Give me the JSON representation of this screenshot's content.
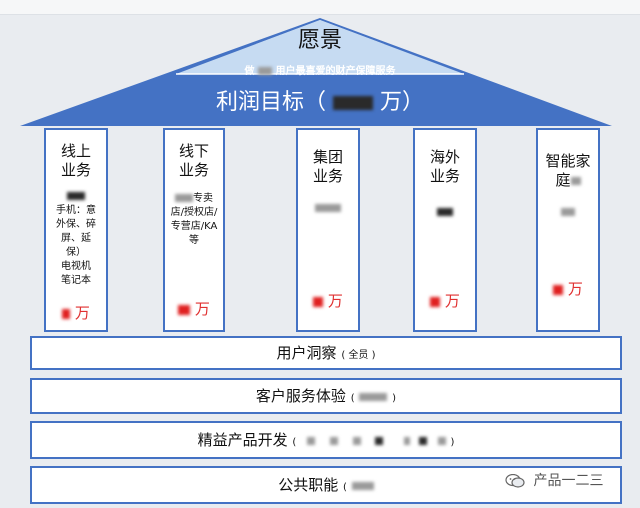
{
  "roof": {
    "vision_title": "愿景",
    "vision_subtitle_a": "做",
    "vision_subtitle_b": "用户最喜爱的财产保障服务",
    "profit_prefix": "利润目标（",
    "profit_suffix": "万）",
    "colors": {
      "roof": "#4472c4",
      "pillar_border": "#4472c4"
    }
  },
  "pillars": [
    {
      "title_lines": [
        "线上",
        "业务"
      ],
      "desc_lines": [
        "手机：意",
        "外保、碎",
        "屏、延",
        "保）",
        "电视机",
        "笔记本"
      ],
      "amount_suffix": "万"
    },
    {
      "title_lines": [
        "线下",
        "业务"
      ],
      "desc_lines": [
        "专卖",
        "店/授权店/",
        "专营店/KA",
        "等"
      ],
      "amount_suffix": "万"
    },
    {
      "title_lines": [
        "集团",
        "业务"
      ],
      "desc_lines": [],
      "amount_suffix": "万"
    },
    {
      "title_lines": [
        "海外",
        "业务"
      ],
      "desc_lines": [],
      "amount_suffix": "万"
    },
    {
      "title_lines": [
        "智能家",
        "庭"
      ],
      "desc_lines": [],
      "amount_suffix": "万"
    }
  ],
  "bands": [
    {
      "label": "用户洞察",
      "note": "( 全员 )"
    },
    {
      "label": "客户服务体验",
      "note": "(",
      "note_end": ")"
    },
    {
      "label": "精益产品开发",
      "note": "(",
      "note_end": ")"
    },
    {
      "label": "公共职能",
      "note": "("
    }
  ],
  "watermark": {
    "text": "产品一二三",
    "icon": "wechat-icon"
  }
}
